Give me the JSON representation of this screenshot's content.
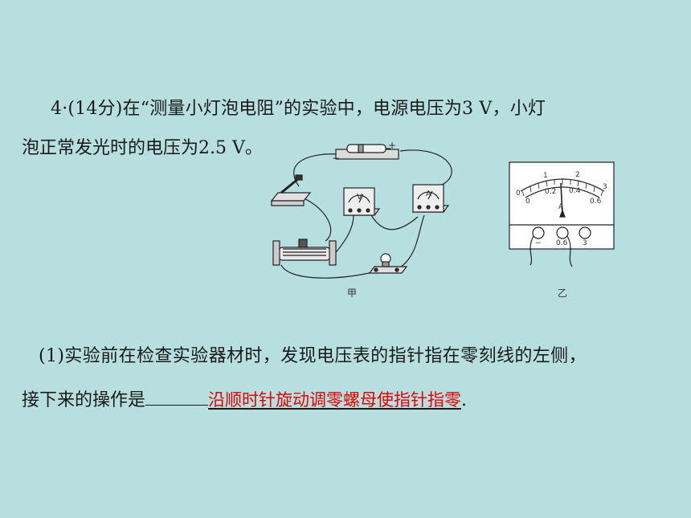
{
  "question": {
    "line1": "4·(14分)在“测量小灯泡电阻”的实验中，电源电压为3 V，小灯",
    "line2": "泡正常发光时的电压为2.5 V。",
    "part1_line1": "(1)实验前在检查实验器材时，发现电压表的指针指在零刻线的左侧，",
    "part1_line2_prefix": "接下来的操作是",
    "part1_answer": "沿顺时针旋动调零螺母使指针指零",
    "part1_suffix": "."
  },
  "figure_jia": {
    "caption": "甲",
    "battery_minus": "−",
    "battery_plus": "+",
    "voltmeter_letter": "V",
    "ammeter_letter": "A"
  },
  "figure_yi": {
    "caption": "乙",
    "scale_top": [
      "0",
      "1",
      "2",
      "3"
    ],
    "scale_bottom": [
      "0",
      "0.2",
      "0.4",
      "0.6"
    ],
    "meter_letter": "A",
    "terminals": [
      "−",
      "0.6",
      "3"
    ]
  },
  "colors": {
    "background": "#b7dfe0",
    "answer": "#e60000"
  }
}
